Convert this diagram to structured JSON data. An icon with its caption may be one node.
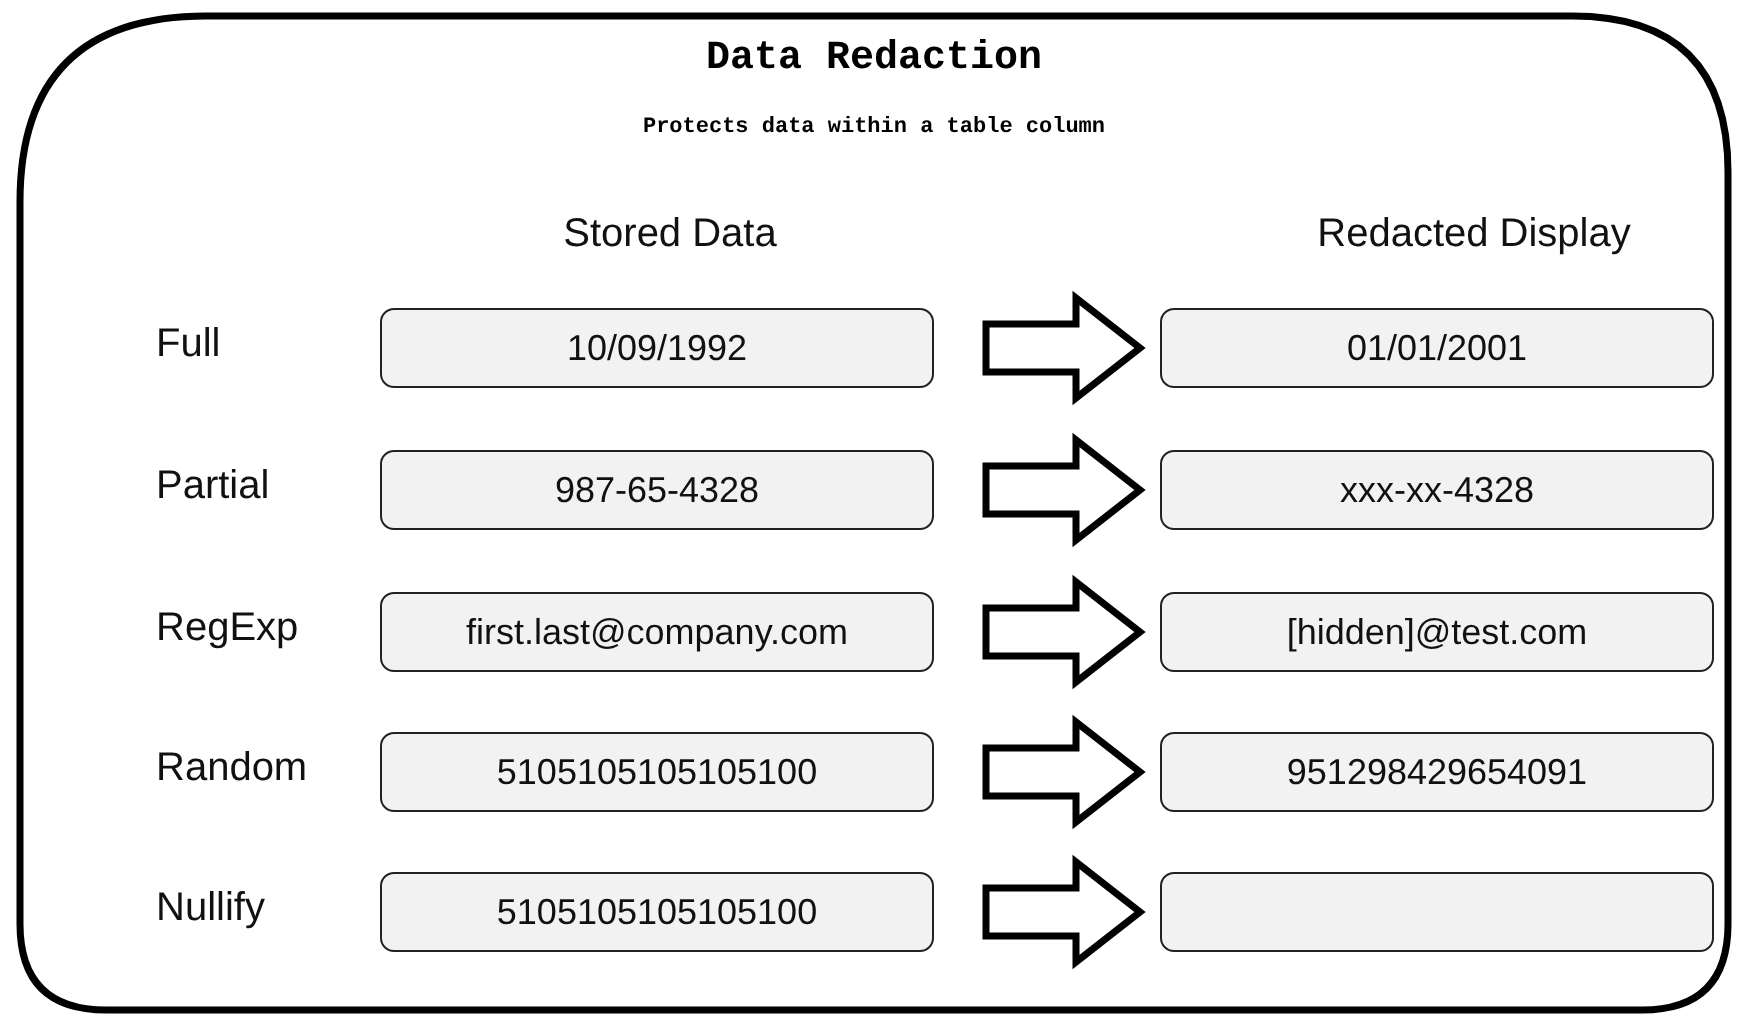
{
  "diagram": {
    "nodes": [
      {
        "text": [
          "Data Redaction",
          "Protects data within a table column"
        ]
      },
      {
        "text": [
          "10/09/1992"
        ],
        "in": 0
      },
      {
        "text": [
          "01/01/2001"
        ],
        "in": 0
      },
      {
        "text": [
          "987-65-4328"
        ],
        "in": 0
      },
      {
        "text": [
          "xxx-xx-4328"
        ],
        "in": 0
      },
      {
        "text": [
          "first.last@company.com"
        ],
        "in": 0
      },
      {
        "text": [
          "[hidden]@test.com"
        ],
        "in": 0
      },
      {
        "text": [
          "5105105105105100"
        ],
        "in": 0
      },
      {
        "text": [
          "951298429654091"
        ],
        "in": 0
      },
      {
        "text": [
          "5105105105105100"
        ],
        "in": 0
      },
      {
        "text": [],
        "shape": "box",
        "in": 0
      }
    ],
    "edges": [
      {
        "from": 1,
        "to": 2,
        "arrow": "to"
      },
      {
        "from": 3,
        "to": 4,
        "arrow": "to"
      },
      {
        "from": 5,
        "to": 6,
        "arrow": "to"
      },
      {
        "from": 7,
        "to": 8,
        "arrow": "to"
      },
      {
        "from": 9,
        "to": 10,
        "arrow": "to"
      }
    ],
    "labels": [
      "Stored Data",
      "Redacted Display",
      "Full",
      "Partial",
      "RegExp",
      "Random",
      "Nullify"
    ]
  }
}
